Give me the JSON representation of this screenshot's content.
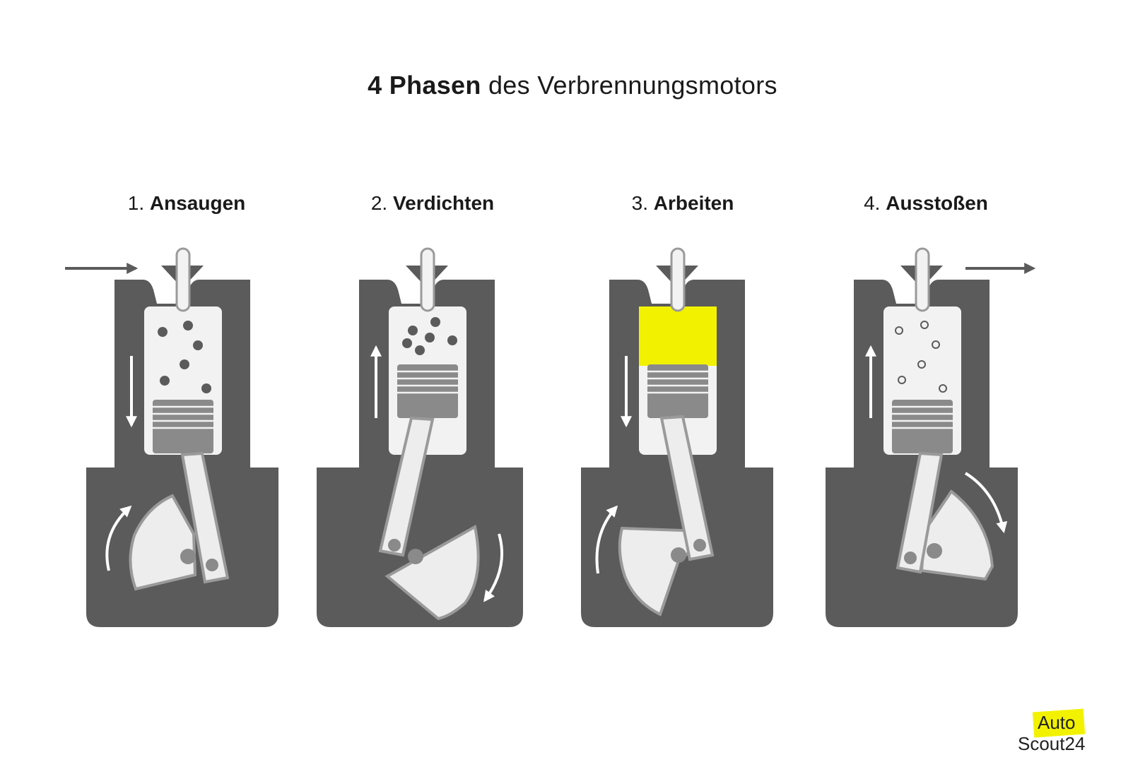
{
  "title": {
    "bold": "4 Phasen",
    "rest": "des Verbrennungsmotors"
  },
  "phases": [
    {
      "number": "1.",
      "name": "Ansaugen"
    },
    {
      "number": "2.",
      "name": "Verdichten"
    },
    {
      "number": "3.",
      "name": "Arbeiten"
    },
    {
      "number": "4.",
      "name": "Ausstoßen"
    }
  ],
  "logo": {
    "line1": "Auto",
    "line2": "Scout24"
  },
  "colors": {
    "housing": "#5b5b5b",
    "chamber": "#f2f2f2",
    "piston": "#8a8a8a",
    "rod": "#ededed",
    "combustion": "#f2f200",
    "particle": "#5b5b5b",
    "arrow": "#5b5b5b"
  }
}
